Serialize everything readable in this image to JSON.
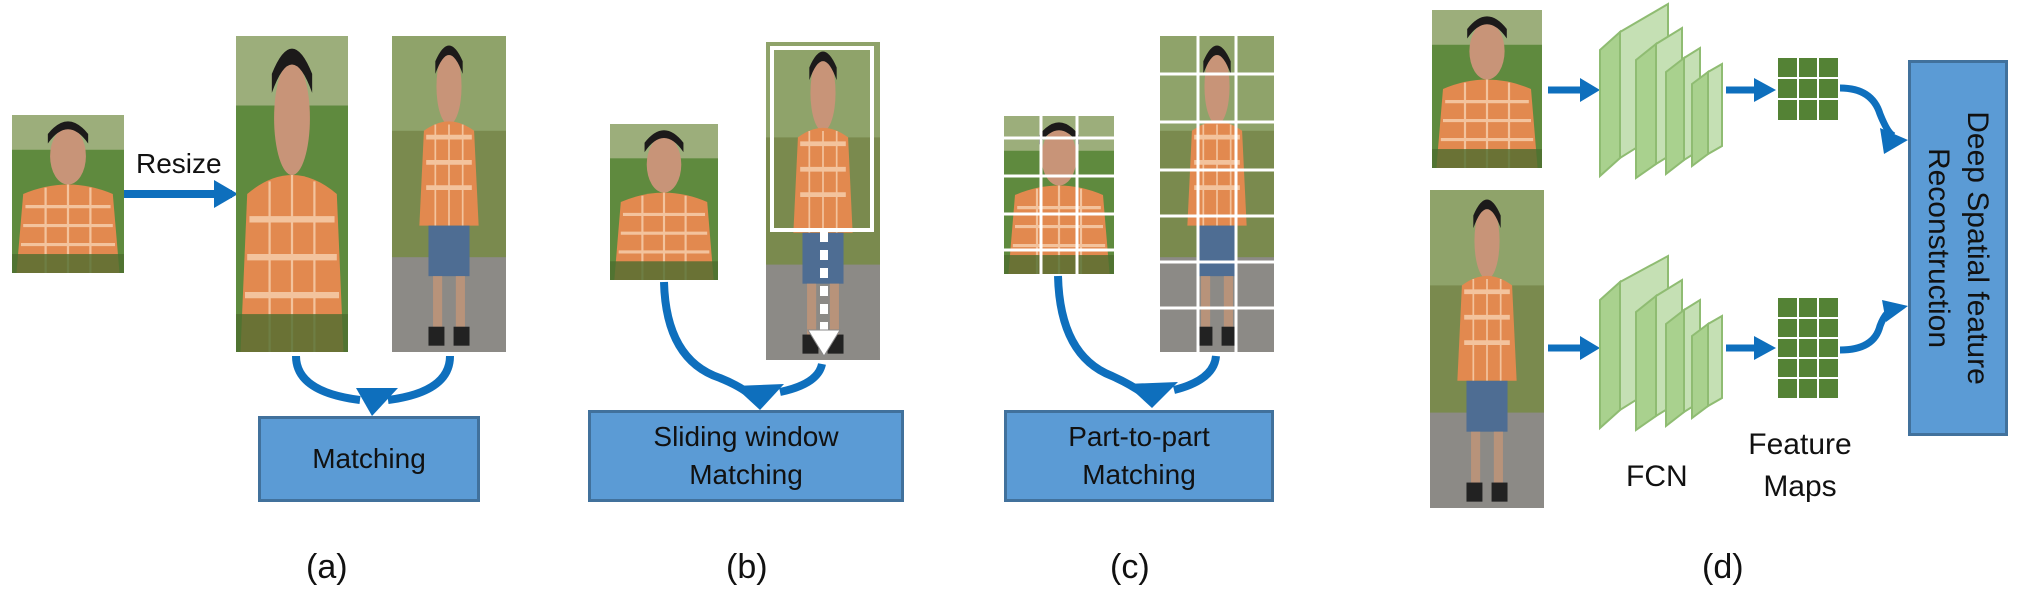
{
  "panel_a": {
    "resize_label": "Resize",
    "matching_label": "Matching",
    "caption": "(a)"
  },
  "panel_b": {
    "matching_label_line1": "Sliding window",
    "matching_label_line2": "Matching",
    "caption": "(b)"
  },
  "panel_c": {
    "matching_label_line1": "Part-to-part",
    "matching_label_line2": "Matching",
    "caption": "(c)"
  },
  "panel_d": {
    "fcn_label": "FCN",
    "feature_maps_line1": "Feature",
    "feature_maps_line2": "Maps",
    "recon_line1": "Deep Spatial feature",
    "recon_line2": "Reconstruction",
    "caption": "(d)"
  },
  "colors": {
    "arrow_blue": "#0e6fbd",
    "box_fill": "#5b9bd5",
    "box_border": "#41719c",
    "fcn_green": "#a9d18e",
    "feature_map_green": "#548235"
  }
}
